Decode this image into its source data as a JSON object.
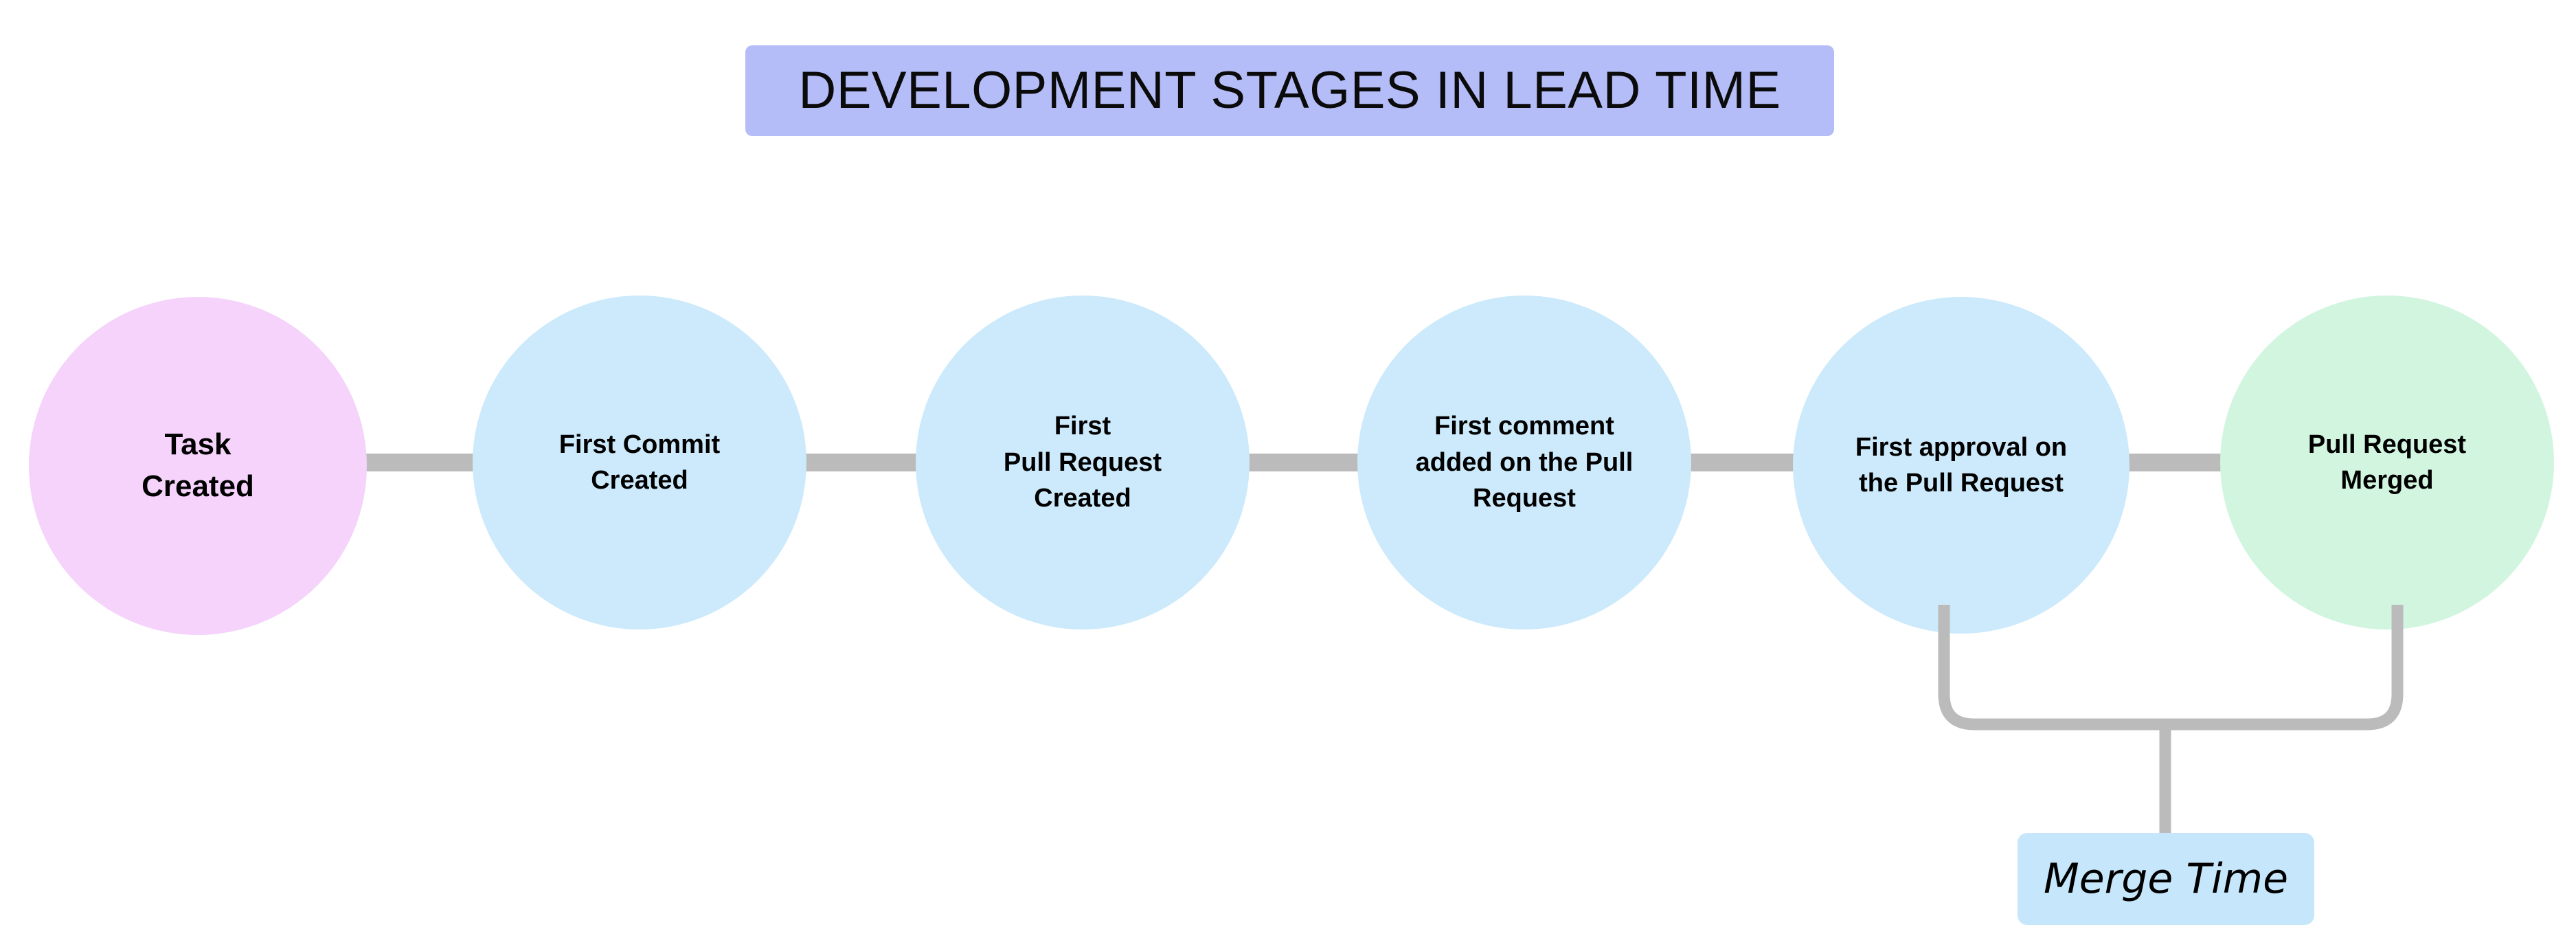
{
  "title": {
    "text": "DEVELOPMENT STAGES IN LEAD TIME",
    "background_color": "#b4bdf7",
    "text_color": "#0b0b0b"
  },
  "colors": {
    "page_background": "#ffffff",
    "connector": "#bbbbbb",
    "stage_start": "#f5d3fb",
    "stage_middle": "#cceafb",
    "stage_end": "#d2f5e0",
    "merge_time_box": "#c6e7fb"
  },
  "stages": [
    {
      "id": "task-created",
      "label": "Task\nCreated",
      "color": "#f5d3fb"
    },
    {
      "id": "first-commit-created",
      "label": "First Commit\nCreated",
      "color": "#cceafb"
    },
    {
      "id": "first-pull-request",
      "label": "First\nPull Request\nCreated",
      "color": "#cceafb"
    },
    {
      "id": "first-comment",
      "label": "First comment\nadded on the Pull\nRequest",
      "color": "#cceafb"
    },
    {
      "id": "first-approval",
      "label": "First approval on\nthe Pull Request",
      "color": "#cceafb"
    },
    {
      "id": "pull-request-merged",
      "label": "Pull Request\nMerged",
      "color": "#d2f5e0"
    }
  ],
  "annotation": {
    "id": "merge-time",
    "label": "Merge Time",
    "spans_from": "first-approval",
    "spans_to": "pull-request-merged",
    "background_color": "#c6e7fb"
  }
}
